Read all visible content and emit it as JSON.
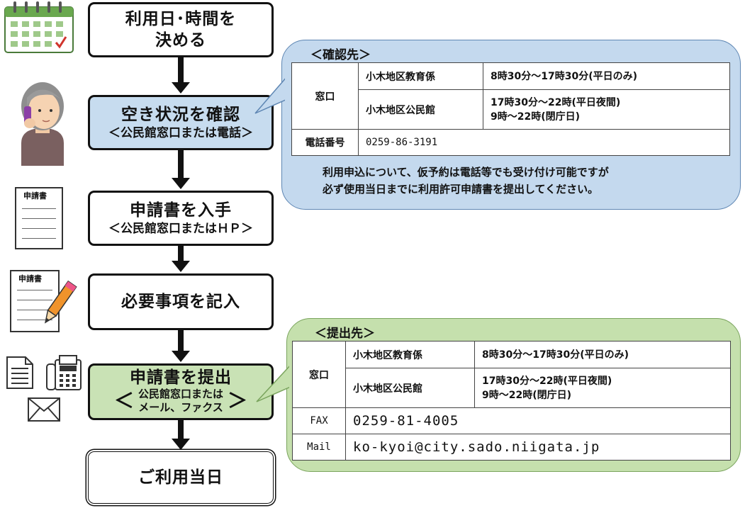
{
  "steps": [
    {
      "line1": "利用日･時間を",
      "line2": "決める"
    },
    {
      "main": "空き状況を確認",
      "sub": "＜公民館窓口または電話＞"
    },
    {
      "main": "申請書を入手",
      "sub": "＜公民館窓口またはＨＰ＞"
    },
    {
      "main": "必要事項を記入"
    },
    {
      "main": "申請書を提出",
      "sub_open": "＜",
      "sub_line1": "公民館窓口または",
      "sub_line2": "メール、ファクス",
      "sub_close": "＞"
    },
    {
      "main": "ご利用当日"
    }
  ],
  "confirm": {
    "title": "＜確認先＞",
    "window_label": "窓口",
    "rows": [
      {
        "place": "小木地区教育係",
        "hours1": "8時30分～17時30分(平日のみ)"
      },
      {
        "place": "小木地区公民館",
        "hours1": "17時30分～22時(平日夜間)",
        "hours2": "9時～22時(閉庁日)"
      }
    ],
    "phone_label": "電話番号",
    "phone": "0259-86-3191",
    "note_line1": "利用申込について、仮予約は電話等でも受け付け可能ですが",
    "note_line2": "必ず使用当日までに利用許可申請書を提出してください。"
  },
  "submit": {
    "title": "＜提出先＞",
    "window_label": "窓口",
    "rows": [
      {
        "place": "小木地区教育係",
        "hours1": "8時30分～17時30分(平日のみ)"
      },
      {
        "place": "小木地区公民館",
        "hours1": "17時30分～22時(平日夜間)",
        "hours2": "9時～22時(閉庁日)"
      }
    ],
    "fax_label": "FAX",
    "fax": "0259-81-4005",
    "mail_label": "Mail",
    "mail": "ko-kyoi@city.sado.niigata.jp"
  },
  "icons": {
    "doc_title": "申請書",
    "doc_title2": "申請書"
  },
  "colors": {
    "blue_panel": "#c4d9ee",
    "green_panel": "#c5e0ad",
    "blue_step": "#c7dcef",
    "green_step": "#c9e2b5"
  }
}
